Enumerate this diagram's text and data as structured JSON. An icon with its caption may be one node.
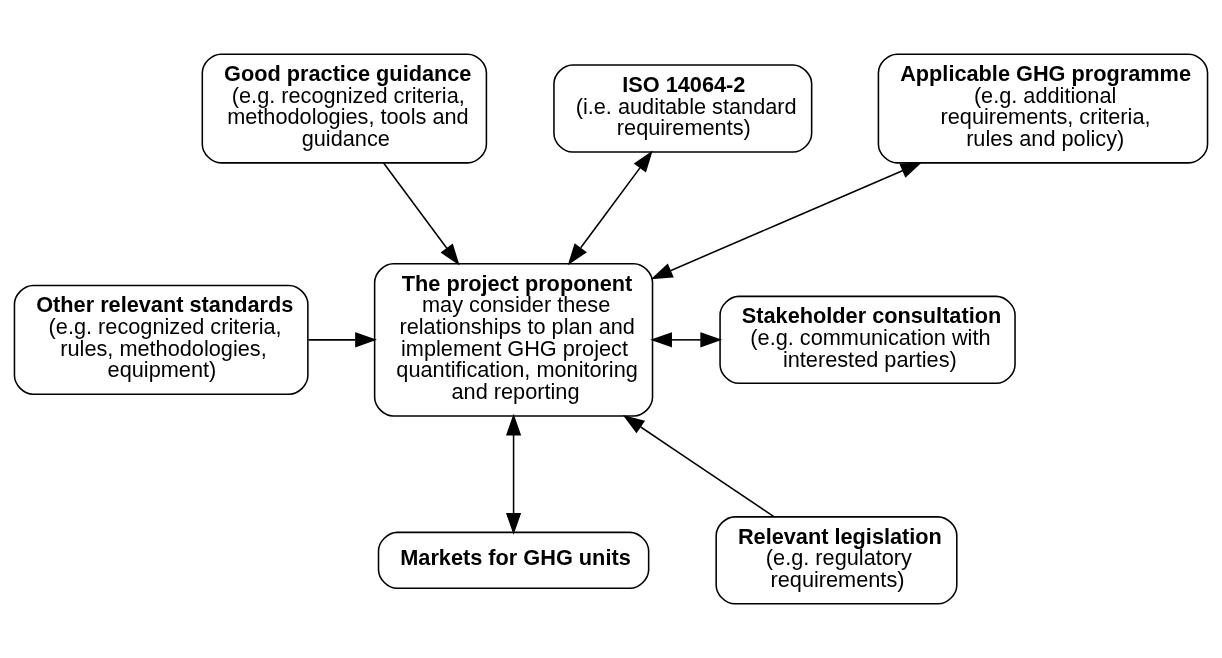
{
  "diagram": {
    "nodes": [
      {
        "text": [
          "Good practice guidance",
          "(e.g. recognized criteria, methodologies, tools and guidance"
        ]
      },
      {
        "text": [
          "ISO 14064-2",
          "(i.e. auditable standard requirements)"
        ]
      },
      {
        "text": [
          "Applicable GHG programme",
          "(e.g. additional requirements, criteria, rules and policy)"
        ]
      },
      {
        "text": [
          "Other relevant standards",
          "(e.g. recognized criteria, rules, methodologies, equipment)"
        ]
      },
      {
        "text": [
          "The project proponent",
          "may consider these relationships to plan and implement GHG project quantification, monitoring and reporting"
        ]
      },
      {
        "text": [
          "Stakeholder consultation",
          "(e.g. communication with interested parties)"
        ]
      },
      {
        "text": [
          "Markets for GHG units"
        ]
      },
      {
        "text": [
          "Relevant legislation",
          "(e.g. regulatory requirements)"
        ]
      }
    ],
    "edges": [
      {
        "from": 0,
        "to": 4,
        "arrow": "to"
      },
      {
        "from": 1,
        "to": 4,
        "arrow": "both"
      },
      {
        "from": 4,
        "to": 2,
        "arrow": "both"
      },
      {
        "from": 3,
        "to": 4,
        "arrow": "to"
      },
      {
        "from": 4,
        "to": 5,
        "arrow": "both"
      },
      {
        "from": 4,
        "to": 6,
        "arrow": "both"
      },
      {
        "from": 7,
        "to": 4,
        "arrow": "to"
      }
    ]
  }
}
